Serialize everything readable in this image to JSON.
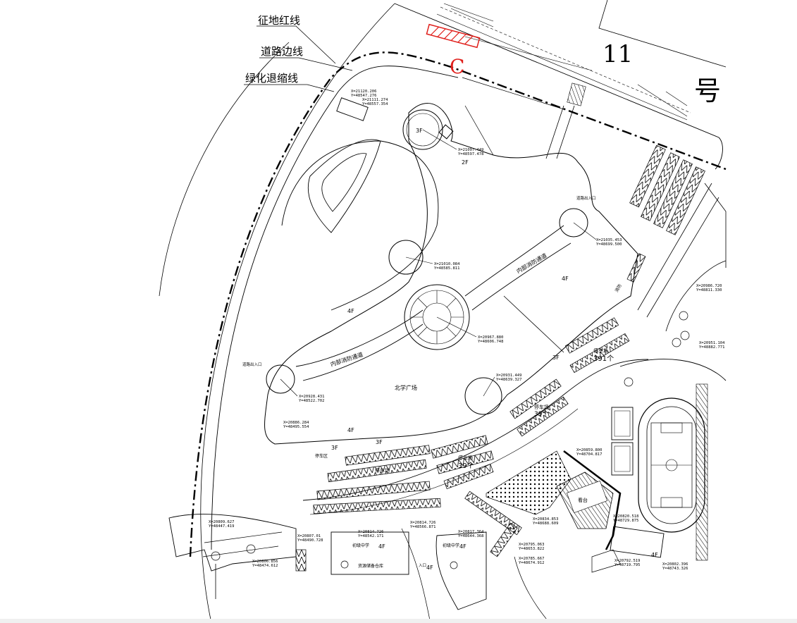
{
  "legend": {
    "red_line": "征地红线",
    "road_edge": "道路边线",
    "green_setback": "绿化退缩线"
  },
  "markers": {
    "zone_c": "C",
    "number_11": "11",
    "hao": "号"
  },
  "floors": {
    "f3a": "3F",
    "f2": "2F",
    "f4a": "4F",
    "f4b": "4F",
    "f4c": "4F",
    "f3b": "3F",
    "f3c": "3F",
    "f3d": "3F",
    "f4d": "4F",
    "f4e": "4F",
    "f4f": "4F",
    "f4g": "4F"
  },
  "labels": {
    "fire_lane_1": "内部消防通道",
    "fire_lane_2": "内部消防通道",
    "north_plaza": "北学广场",
    "road_entry_1": "道路出入口",
    "road_entry_2": "道路出入口",
    "bike_area": "停车区",
    "parking_a": "停车场",
    "parking_a_count": "391个",
    "parking_b": "停车场",
    "parking_b_count": "39个",
    "parking_c": "停车场",
    "parking_c_count": "39个",
    "parking_d": "停车场",
    "building_1": "初级中学",
    "building_2": "初级中学",
    "warehouse": "资源储备仓库",
    "grandstand": "看台",
    "fire_route": "消防",
    "entrance": "入口"
  },
  "coords": {
    "c1x": "X=21120.206",
    "c1y": "Y=48547.276",
    "c2x": "X=21111.274",
    "c2y": "Y=48557.354",
    "c3x": "X=21097.449",
    "c3y": "Y=48597.478",
    "c4x": "X=21035.453",
    "c4y": "Y=48699.500",
    "c5x": "X=21010.084",
    "c5y": "Y=48585.811",
    "c6x": "X=20967.880",
    "c6y": "Y=48606.748",
    "c7x": "X=20931.449",
    "c7y": "Y=48639.327",
    "c8x": "X=20928.431",
    "c8y": "Y=48522.702",
    "c9x": "X=20886.284",
    "c9y": "Y=48495.554",
    "c10x": "X=20986.720",
    "c10y": "Y=48811.330",
    "c11x": "X=20951.104",
    "c11y": "Y=48882.771",
    "c12x": "X=20859.800",
    "c12y": "Y=48704.817",
    "c13x": "X=20834.853",
    "c13y": "Y=48688.609",
    "c14x": "X=20820.518",
    "c14y": "Y=48729.875",
    "c15x": "X=20809.627",
    "c15y": "Y=48447.419",
    "c16x": "X=20807.01",
    "c16y": "Y=48490.728",
    "c17x": "X=20806.856",
    "c17y": "Y=48474.612",
    "c18x": "X=20814.726",
    "c18y": "Y=48542.171",
    "c19x": "X=20814.726",
    "c19y": "Y=48566.871",
    "c20x": "X=20817.364",
    "c20y": "Y=48644.368",
    "c21x": "X=20795.063",
    "c21y": "Y=48653.822",
    "c22x": "X=20785.667",
    "c22y": "Y=48674.912",
    "c23x": "X=20792.519",
    "c23y": "Y=48719.795",
    "c24x": "X=20802.396",
    "c24y": "Y=48743.326"
  },
  "colors": {
    "line": "#000000",
    "accent_red": "#e0201c"
  }
}
